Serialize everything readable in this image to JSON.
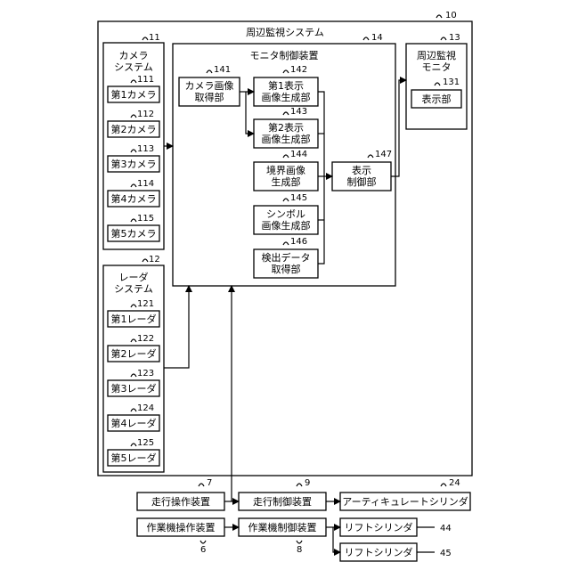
{
  "system": {
    "title": "周辺監視システム",
    "ref": "10"
  },
  "camera_system": {
    "title": [
      "カメラ",
      "システム"
    ],
    "ref": "11",
    "cameras": [
      {
        "label": "第1カメラ",
        "ref": "111"
      },
      {
        "label": "第2カメラ",
        "ref": "112"
      },
      {
        "label": "第3カメラ",
        "ref": "113"
      },
      {
        "label": "第4カメラ",
        "ref": "114"
      },
      {
        "label": "第5カメラ",
        "ref": "115"
      }
    ]
  },
  "radar_system": {
    "title": [
      "レーダ",
      "システム"
    ],
    "ref": "12",
    "radars": [
      {
        "label": "第1レーダ",
        "ref": "121"
      },
      {
        "label": "第2レーダ",
        "ref": "122"
      },
      {
        "label": "第3レーダ",
        "ref": "123"
      },
      {
        "label": "第4レーダ",
        "ref": "124"
      },
      {
        "label": "第5レーダ",
        "ref": "125"
      }
    ]
  },
  "monitor_controller": {
    "title": "モニタ制御装置",
    "ref": "14",
    "camera_image_acq": {
      "lines": [
        "カメラ画像",
        "取得部"
      ],
      "ref": "141"
    },
    "generators": [
      {
        "lines": [
          "第1表示",
          "画像生成部"
        ],
        "ref": "142"
      },
      {
        "lines": [
          "第2表示",
          "画像生成部"
        ],
        "ref": "143"
      },
      {
        "lines": [
          "境界画像",
          "生成部"
        ],
        "ref": "144"
      },
      {
        "lines": [
          "シンボル",
          "画像生成部"
        ],
        "ref": "145"
      },
      {
        "lines": [
          "検出データ",
          "取得部"
        ],
        "ref": "146"
      }
    ],
    "display_control": {
      "lines": [
        "表示",
        "制御部"
      ],
      "ref": "147"
    }
  },
  "monitor": {
    "title": [
      "周辺監視",
      "モニタ"
    ],
    "ref": "13",
    "display": {
      "label": "表示部",
      "ref": "131"
    }
  },
  "external": {
    "travel_op": {
      "label": "走行操作装置",
      "ref": "7"
    },
    "travel_ctrl": {
      "label": "走行制御装置",
      "ref": "9"
    },
    "articulate": {
      "label": "アーティキュレートシリンダ",
      "ref": "24"
    },
    "work_op": {
      "label": "作業機操作装置",
      "ref": "6"
    },
    "work_ctrl": {
      "label": "作業機制御装置",
      "ref": "8"
    },
    "lift1": {
      "label": "リフトシリンダ",
      "ref": "44"
    },
    "lift2": {
      "label": "リフトシリンダ",
      "ref": "45"
    }
  }
}
